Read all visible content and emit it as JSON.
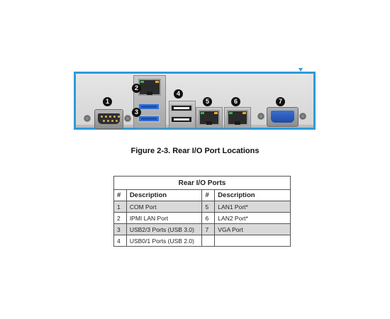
{
  "figure": {
    "callouts": [
      "1",
      "2",
      "3",
      "4",
      "5",
      "6",
      "7"
    ],
    "caption": "Figure 2-3. Rear I/O Port Locations",
    "colors": {
      "frame": "#2e9bd8",
      "usb3": "#2f6fd8",
      "vga": "#1e4aa8",
      "led_green": "#3cb44b",
      "led_amber": "#f0a830"
    }
  },
  "table": {
    "title": "Rear I/O Ports",
    "headers": [
      "#",
      "Description",
      "#",
      "Description"
    ],
    "rows": [
      {
        "n1": "1",
        "d1": "COM Port",
        "n2": "5",
        "d2": "LAN1 Port*"
      },
      {
        "n1": "2",
        "d1": "IPMI LAN Port",
        "n2": "6",
        "d2": "LAN2 Port*"
      },
      {
        "n1": "3",
        "d1": "USB2/3 Ports (USB 3.0)",
        "n2": "7",
        "d2": "VGA Port"
      },
      {
        "n1": "4",
        "d1": "USB0/1 Ports (USB 2.0)",
        "n2": "",
        "d2": ""
      }
    ]
  }
}
